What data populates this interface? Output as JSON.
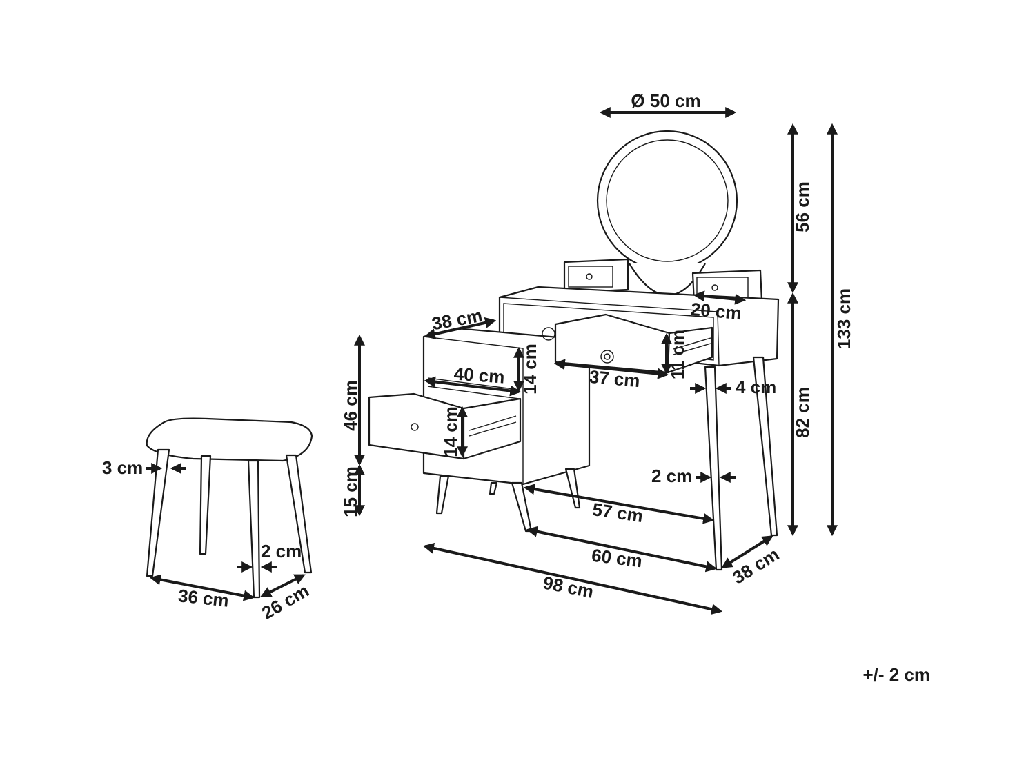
{
  "dimensions": {
    "mirror_diameter": "Ø 50 cm",
    "mirror_height": "56 cm",
    "total_height": "133 cm",
    "table_height": "82 cm",
    "small_drawer_width": "20 cm",
    "cabinet_depth": "38 cm",
    "shelf_width": "40 cm",
    "shelf_height": "14 cm",
    "side_drawer_height": "14 cm",
    "top_drawer_width": "37 cm",
    "top_drawer_height": "11 cm",
    "leg_width_top": "4 cm",
    "leg_width_bottom": "2 cm",
    "cabinet_height": "46 cm",
    "cabinet_leg_height": "15 cm",
    "legroom_width": "57 cm",
    "table_leg_span": "60 cm",
    "table_depth": "38 cm",
    "total_width": "98 cm",
    "stool_leg_width_top": "3 cm",
    "stool_leg_width_bottom": "2 cm",
    "stool_width": "36 cm",
    "stool_depth": "26 cm"
  },
  "tolerance": "+/- 2 cm"
}
